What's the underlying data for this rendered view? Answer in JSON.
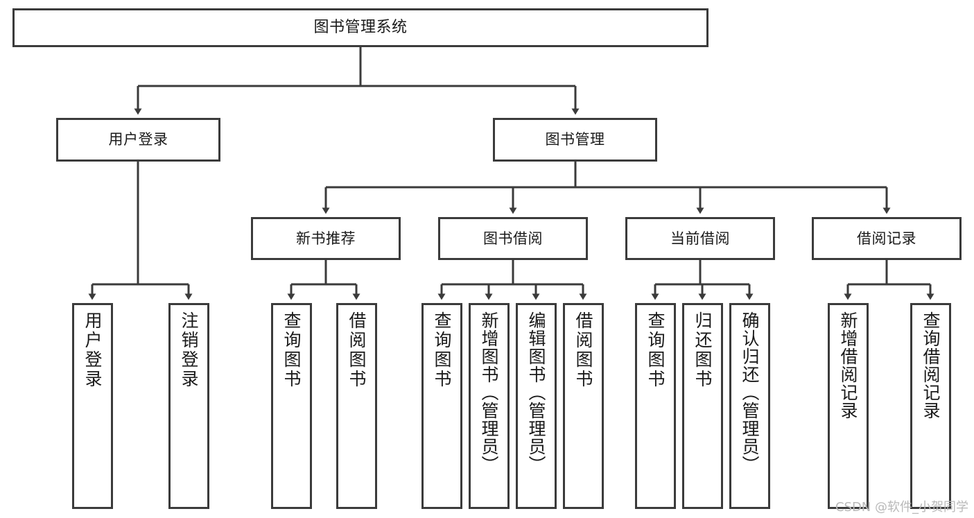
{
  "diagram": {
    "type": "tree-hierarchy",
    "title": "图书管理系统",
    "watermark": "CSDN @软件_小贺同学",
    "colors": {
      "background": "#ffffff",
      "box_border": "#3b3b3b",
      "box_fill": "#ffffff",
      "connector": "#3b3b3b",
      "text": "#1a1a1a",
      "watermark": "#b9b9b9"
    },
    "levels": {
      "root": {
        "label": "图书管理系统"
      },
      "level2": [
        {
          "id": "user-login",
          "label": "用户登录"
        },
        {
          "id": "book-management",
          "label": "图书管理"
        }
      ],
      "level3": [
        {
          "id": "new-book-recommend",
          "label": "新书推荐",
          "parent": "book-management"
        },
        {
          "id": "book-borrow",
          "label": "图书借阅",
          "parent": "book-management"
        },
        {
          "id": "current-borrow",
          "label": "当前借阅",
          "parent": "book-management"
        },
        {
          "id": "borrow-record",
          "label": "借阅记录",
          "parent": "book-management"
        }
      ],
      "leaves": {
        "user-login": [
          {
            "id": "leaf-user-login",
            "label": "用户登录"
          },
          {
            "id": "leaf-logout-login",
            "label": "注销登录"
          }
        ],
        "new-book-recommend": [
          {
            "id": "leaf-query-book-1",
            "label": "查询图书"
          },
          {
            "id": "leaf-borrow-book-1",
            "label": "借阅图书"
          }
        ],
        "book-borrow": [
          {
            "id": "leaf-query-book-2",
            "label": "查询图书"
          },
          {
            "id": "leaf-add-book",
            "label": "新增图书（管理员）"
          },
          {
            "id": "leaf-edit-book",
            "label": "编辑图书（管理员）"
          },
          {
            "id": "leaf-borrow-book-2",
            "label": "借阅图书"
          }
        ],
        "current-borrow": [
          {
            "id": "leaf-query-book-3",
            "label": "查询图书"
          },
          {
            "id": "leaf-return-book",
            "label": "归还图书"
          },
          {
            "id": "leaf-confirm-return",
            "label": "确认归还（管理员）"
          }
        ],
        "borrow-record": [
          {
            "id": "leaf-add-record",
            "label": "新增借阅记录"
          },
          {
            "id": "leaf-query-record",
            "label": "查询借阅记录"
          }
        ]
      }
    }
  }
}
